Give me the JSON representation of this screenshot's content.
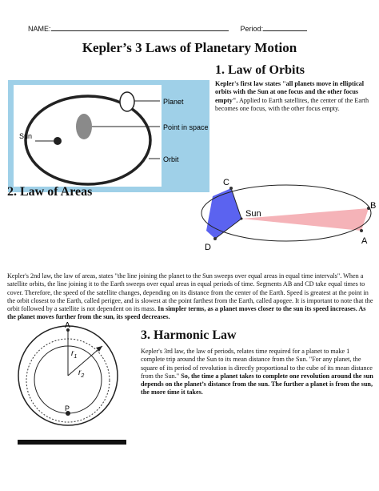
{
  "header": {
    "name_label": "NAME:",
    "period_label": "Period:"
  },
  "title": "Kepler’s 3 Laws of Planetary Motion",
  "law1": {
    "heading": "1. Law of Orbits",
    "bold_text": "Kepler's first law states \"all planets move in elliptical orbits with the Sun at one focus and the other focus empty\".",
    "text": " Applied to Earth satellites, the center of the Earth becomes one focus, with the other focus empty.",
    "diagram": {
      "labels": {
        "planet": "Planet",
        "sun": "Sun",
        "point_in_space": "Point in space",
        "orbit": "Orbit"
      },
      "background_color": "#9fd0e8"
    }
  },
  "law2": {
    "heading": "2. Law of Areas",
    "text_intro": "Kepler's 2nd law, the law of areas, states \"the line joining the planet to the Sun sweeps over equal areas in equal time intervals\". When a satellite orbits, the line joining it to the Earth sweeps over equal areas in equal periods of time. Segments AB and CD take equal times to cover. Therefore, the speed of the satellite changes, depending on its distance from the center of the Earth. Speed is greatest at the point in the orbit closest to the Earth, called perigee, and is slowest at the point farthest from the Earth, called apogee. It is important to note that the orbit followed by a satellite is not dependent on its mass.",
    "bold_text": " In simpler terms, as a planet moves closer to the sun its speed increases. As the planet moves further from the sun, its speed decreases.",
    "diagram": {
      "labels": {
        "c": "C",
        "sun": "Sun",
        "b": "B",
        "d": "D",
        "a": "A"
      },
      "area_cd_color": "#5b63f0",
      "area_ab_color": "#f5b3b8"
    }
  },
  "law3": {
    "heading": "3. Harmonic Law",
    "text": "Kepler's 3rd law, the law of periods, relates time required for a planet to make 1 complete trip around the Sun to its mean distance from the Sun. \"For any planet, the square of its period of revolution is directly proportional to the cube of its mean distance from the Sun.\"",
    "bold_text": " So, the time a planet takes to complete one revolution around the sun depends on the planet’s distance from the sun. The further a planet is from the sun, the more time it takes.",
    "diagram": {
      "labels": {
        "a": "A",
        "r1": "r",
        "r1_sub": "1",
        "r2": "r",
        "r2_sub": "2",
        "p": "P"
      }
    }
  }
}
